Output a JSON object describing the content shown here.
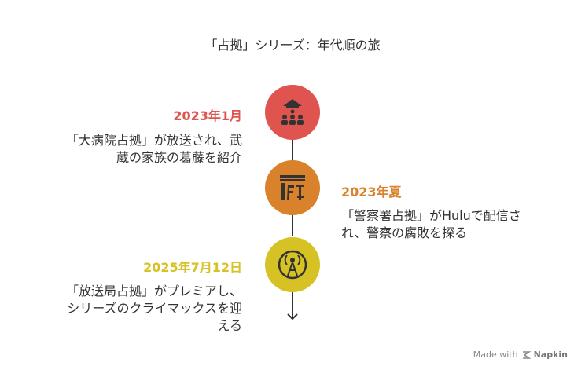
{
  "title": "「占拠」シリーズ：年代順の旅",
  "events": [
    {
      "date": "2023年1月",
      "description_line1": "「大病院占拠」が放送され、武",
      "description_line2": "蔵の家族の葛藤を紹介",
      "icon": "group-event-icon",
      "color": "#e0544f"
    },
    {
      "date": "2023年夏",
      "description_line1": "「警察署占拠」がHuluで配信さ",
      "description_line2": "れ、警察の腐敗を探る",
      "icon": "police-station-icon",
      "color": "#d9822b"
    },
    {
      "date": "2025年7月12日",
      "description_line1": "「放送局占拠」がプレミアし、",
      "description_line2": "シリーズのクライマックスを迎",
      "description_line3": "える",
      "icon": "broadcast-tower-icon",
      "color": "#d6c224"
    }
  ],
  "footer": {
    "made_with": "Made with",
    "brand": "Napkin"
  }
}
